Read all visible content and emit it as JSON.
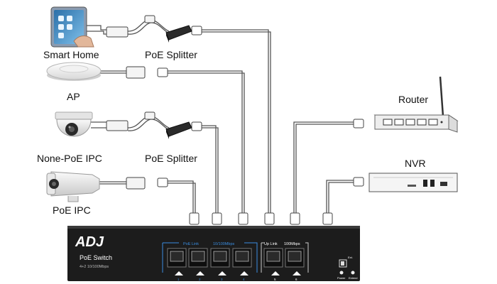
{
  "labels": {
    "smart_home": "Smart Home",
    "poe_splitter_top": "PoE Splitter",
    "ap": "AP",
    "none_poe_ipc": "None-PoE IPC",
    "poe_splitter_bottom": "PoE Splitter",
    "poe_ipc": "PoE IPC",
    "router": "Router",
    "nvr": "NVR"
  },
  "switch": {
    "brand": "ADJ",
    "model": "PoE Switch",
    "spec": "4+2 10/100Mbps",
    "poe_link": "PoE Link",
    "speed_poe": "10/100Mbps",
    "up_link": "Up Link",
    "speed_up": "100Mbps",
    "port_numbers": [
      "1",
      "2",
      "3",
      "4",
      "5",
      "6"
    ],
    "power": "Power",
    "extend": "Extend",
    "switch_label": "Ext."
  },
  "colors": {
    "switch_body": "#1c1c1c",
    "poe_accent": "#3a8de0",
    "cable": "#555555"
  }
}
